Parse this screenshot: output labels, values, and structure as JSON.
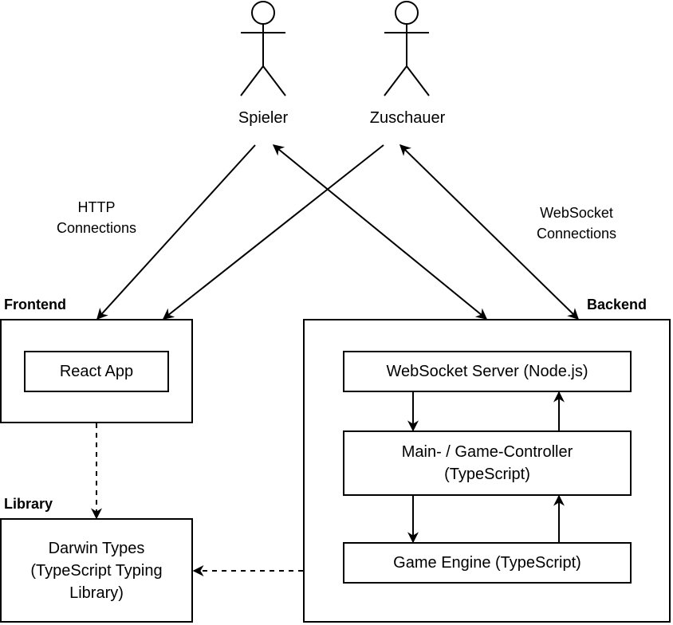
{
  "actors": {
    "spieler": "Spieler",
    "zuschauer": "Zuschauer"
  },
  "edge_labels": {
    "http": [
      "HTTP",
      "Connections"
    ],
    "websocket": [
      "WebSocket",
      "Connections"
    ]
  },
  "groups": {
    "frontend": "Frontend",
    "backend": "Backend",
    "library": "Library"
  },
  "nodes": {
    "react_app": "React App",
    "darwin_types": [
      "Darwin Types",
      "(TypeScript Typing",
      "Library)"
    ],
    "websocket_server": "WebSocket Server (Node.js)",
    "main_controller": [
      "Main- / Game-Controller",
      "(TypeScript)"
    ],
    "game_engine": "Game Engine (TypeScript)"
  }
}
